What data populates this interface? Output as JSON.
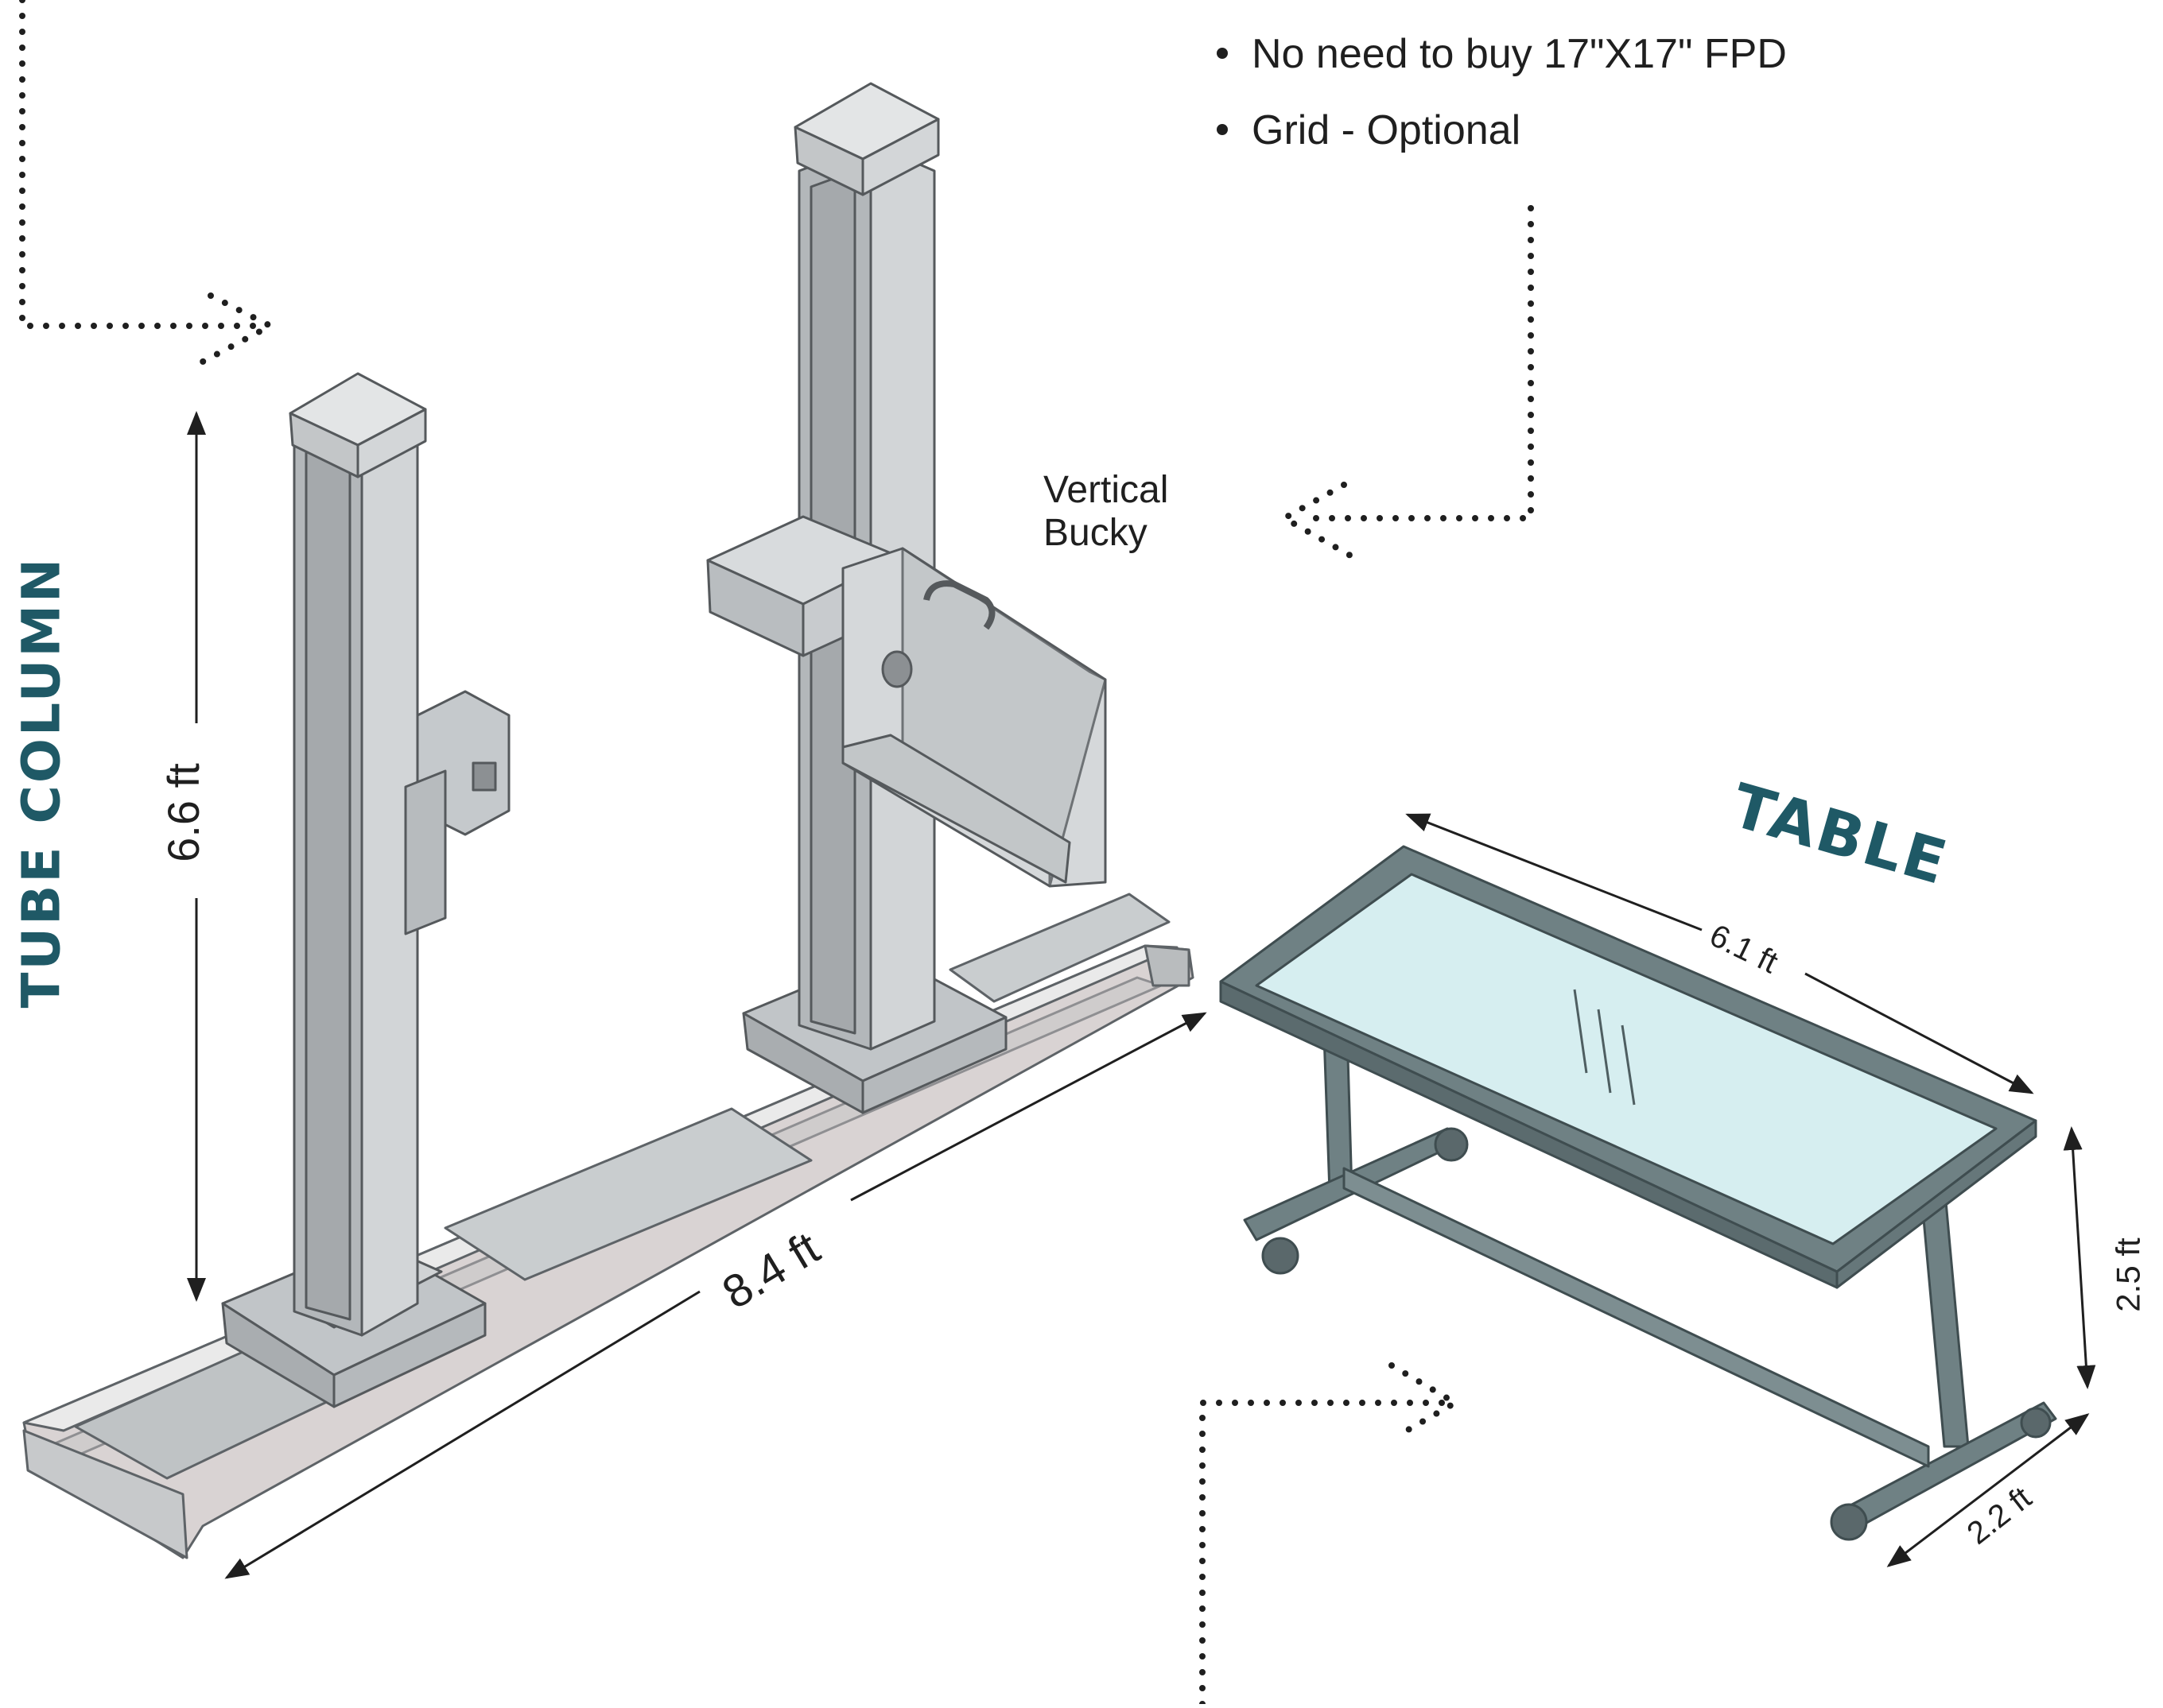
{
  "bullets": [
    "No need to buy 17\"X17\" FPD",
    "Grid - Optional"
  ],
  "labels": {
    "tube_column": "TUBE COLUMN",
    "table": "TABLE",
    "vertical_bucky_line1": "Vertical",
    "vertical_bucky_line2": "Bucky"
  },
  "dimensions": {
    "column_height": "6.6 ft",
    "base_length": "8.4 ft",
    "table_length": "6.1 ft",
    "table_height": "2.5 ft",
    "table_width": "2.2 ft"
  },
  "colors": {
    "title_teal": "#1f5966",
    "metal_grey": "#c5c9cc",
    "frame_steel": "#6f8184",
    "glass": "#d6eef0",
    "base_rail": "#d6cfcf"
  }
}
